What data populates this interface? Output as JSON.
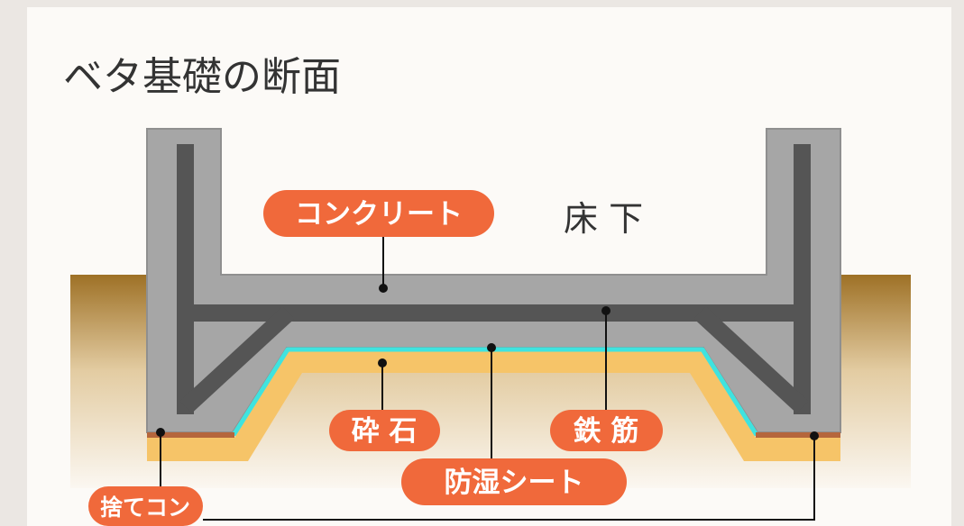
{
  "title": "ベタ基礎の断面",
  "floor_label": "床 下",
  "labels": {
    "concrete": "コンクリート",
    "gravel": "砕 石",
    "rebar": "鉄 筋",
    "moisture_sheet": "防湿シート",
    "blinding_concrete": "捨てコン"
  },
  "colors": {
    "background": "#fcfaf7",
    "ground_top": "#9e7126",
    "ground_mid": "#e3cca2",
    "ground_bottom": "#fbf7f1",
    "concrete": "#a6a6a6",
    "rebar": "#555555",
    "gravel": "#f6c468",
    "moisture_sheet": "#3fe3df",
    "blinding_concrete": "#b5663c",
    "label_pill": "#f0693b"
  }
}
